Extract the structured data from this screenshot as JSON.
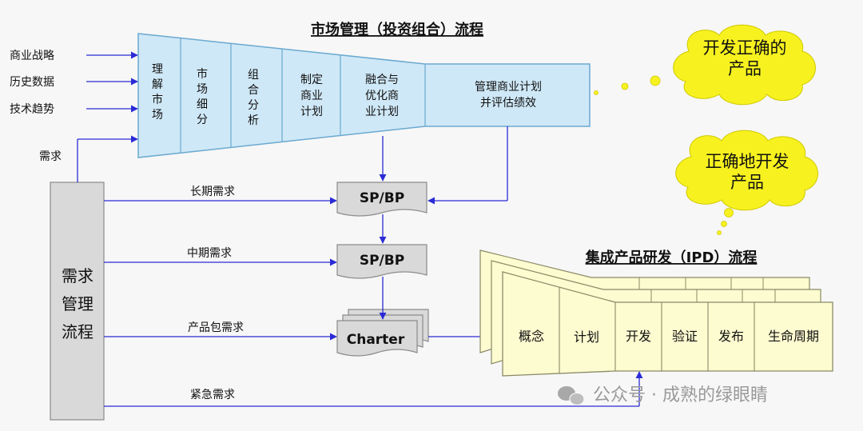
{
  "market_process": {
    "title": "市场管理（投资组合）流程",
    "inputs": [
      "商业战略",
      "历史数据",
      "技术趋势"
    ],
    "stages": [
      "理\n解\n市\n场",
      "市\n场\n细\n分",
      "组\n合\n分\n析",
      "制定\n商业\n计划",
      "融合与\n优化商\n业计划",
      "管理商业计划\n并评估绩效"
    ]
  },
  "demand_mgmt": {
    "label": "需求\n管理\n流程",
    "up_label": "需求",
    "flows": [
      "长期需求",
      "中期需求",
      "产品包需求",
      "紧急需求"
    ]
  },
  "docs": {
    "sp_bp_1": "SP/BP",
    "sp_bp_2": "SP/BP",
    "charter": "Charter"
  },
  "ipd_process": {
    "title": "集成产品研发（IPD）流程",
    "stages": [
      "概念",
      "计划",
      "开发",
      "验证",
      "发布",
      "生命周期"
    ]
  },
  "clouds": {
    "top": "开发正确的\n产品",
    "bottom": "正确地开发\n产品"
  },
  "watermark": "公众号 · 成熟的绿眼睛",
  "colors": {
    "funnel_fill": "#cfe8f7",
    "ipd_fill": "#fdfbd0",
    "demand_fill": "#d9d9d9",
    "doc_fill": "#d9d9d9",
    "arrow": "#2b2bd6",
    "cloud": "#f7f21f"
  }
}
